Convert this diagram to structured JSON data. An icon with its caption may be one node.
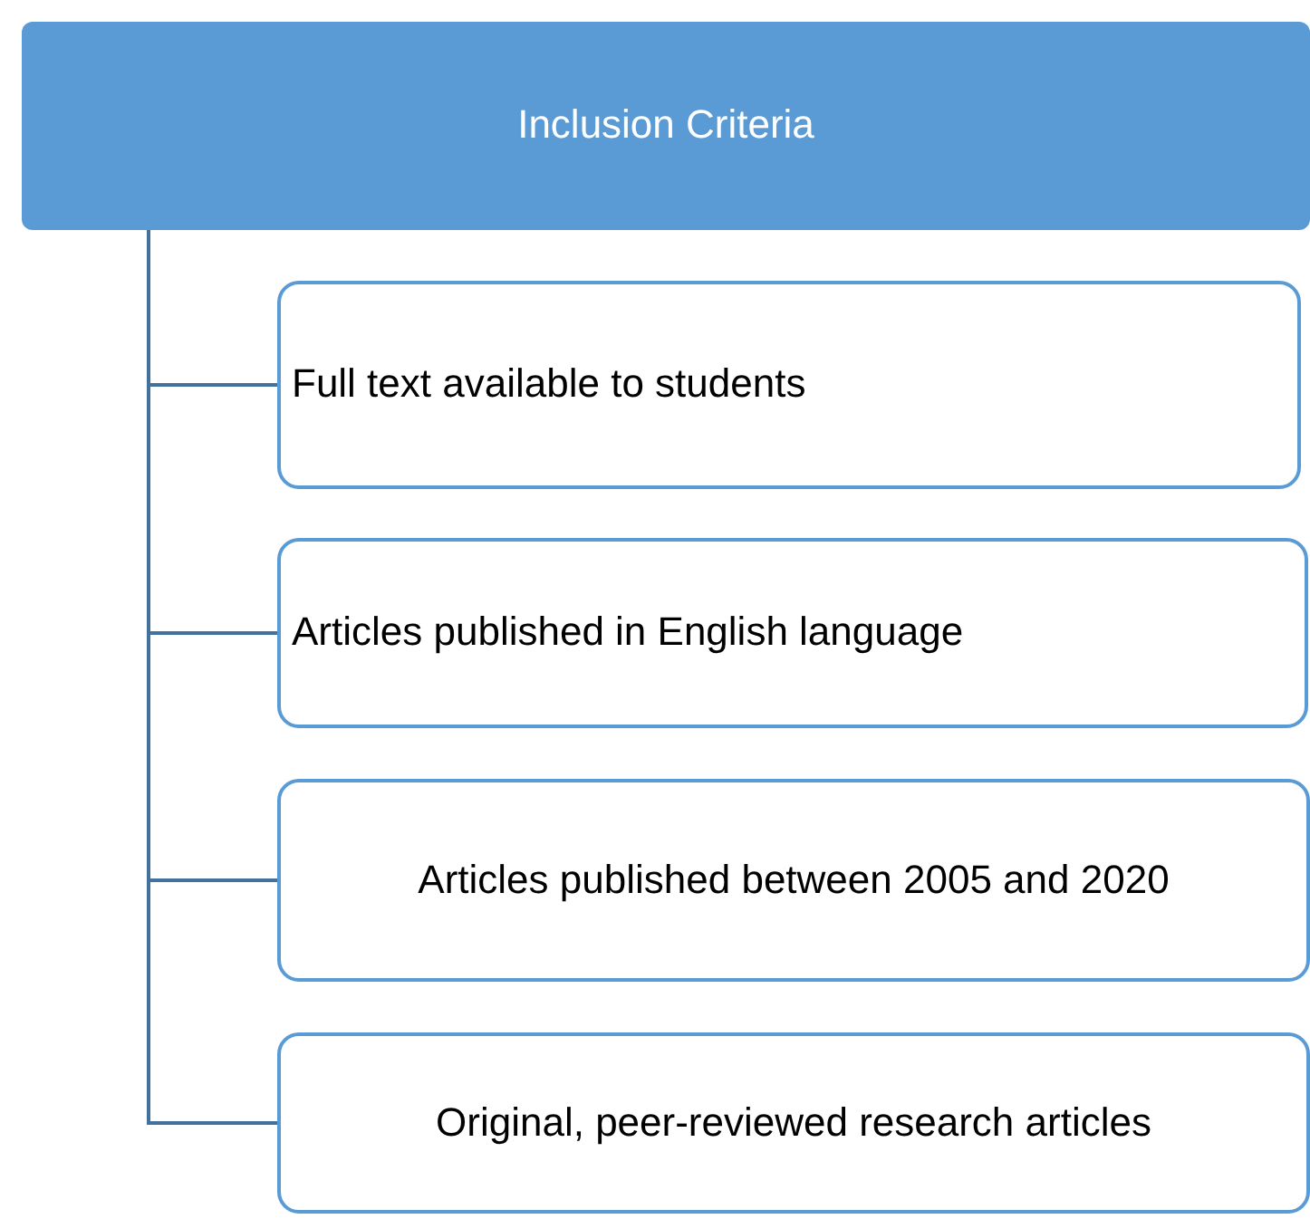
{
  "diagram": {
    "nodes": [
      {
        "text": [
          "Inclusion Criteria"
        ]
      },
      {
        "text": [
          "Full text available to students"
        ]
      },
      {
        "text": [
          "Articles published in English language"
        ]
      },
      {
        "text": [
          "Articles published between 2005 and 2020"
        ]
      },
      {
        "text": [
          "Original, peer-reviewed research articles"
        ]
      }
    ],
    "edges": [
      {
        "from": 0,
        "to": 1,
        "arrow": "none"
      },
      {
        "from": 0,
        "to": 2,
        "arrow": "none"
      },
      {
        "from": 0,
        "to": 3,
        "arrow": "none"
      },
      {
        "from": 0,
        "to": 4,
        "arrow": "none"
      }
    ]
  }
}
